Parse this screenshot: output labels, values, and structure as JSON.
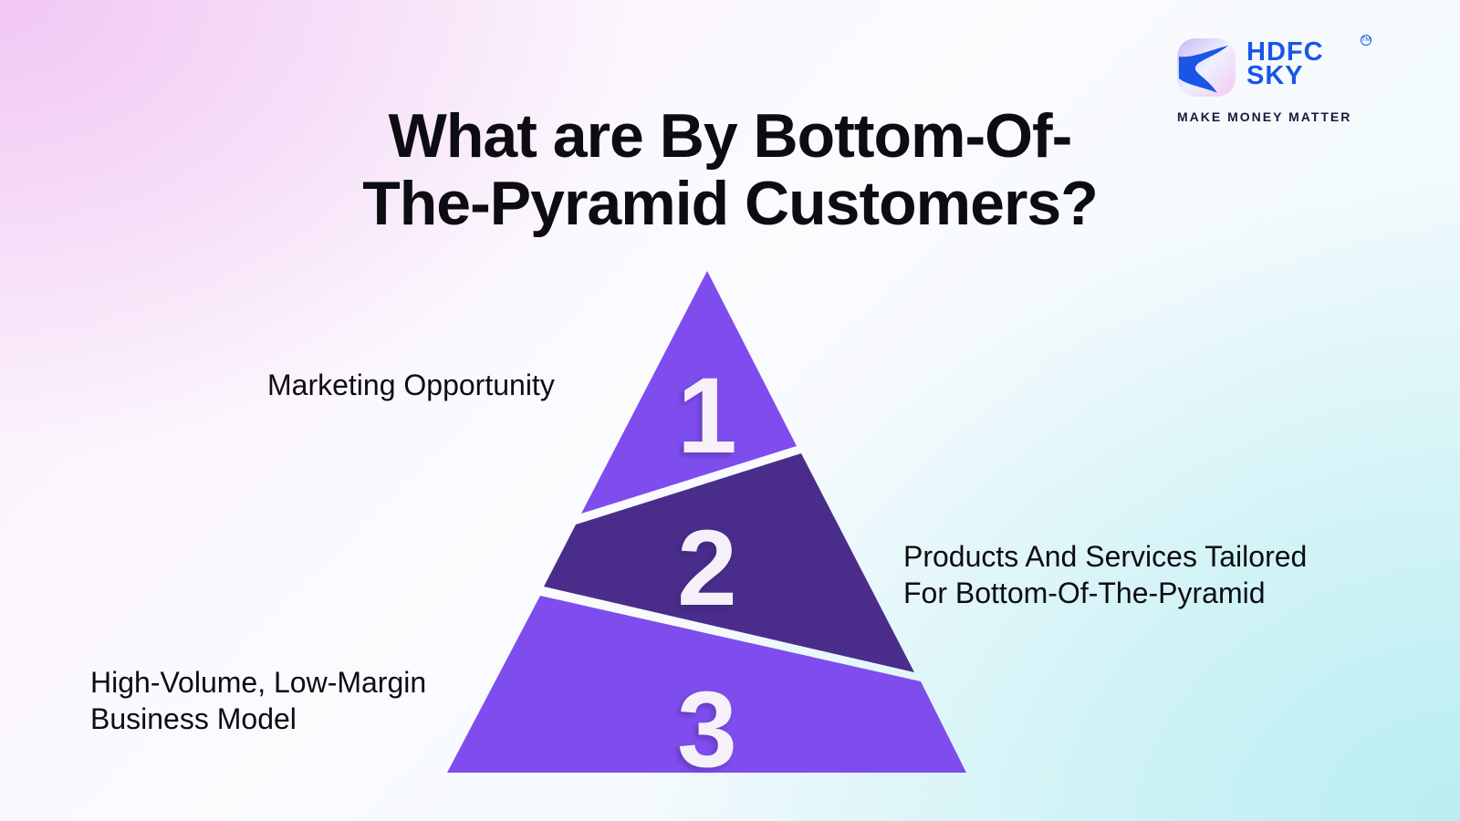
{
  "title": {
    "line1": "What are By Bottom-Of-",
    "line2": "The-Pyramid Customers?"
  },
  "logo": {
    "line1": "HDFC",
    "line2": "SKY",
    "trademark": "TM",
    "tagline": "MAKE MONEY MATTER"
  },
  "pyramid": {
    "tiers": [
      {
        "number": "1",
        "label": "Marketing Opportunity",
        "color": "#7f4ded"
      },
      {
        "number": "2",
        "label_line1": "Products And Services Tailored",
        "label_line2": "For Bottom-Of-The-Pyramid",
        "color": "#4a2d8b"
      },
      {
        "number": "3",
        "label_line1": "High-Volume, Low-Margin",
        "label_line2": "Business Model",
        "color": "#7f4ded"
      }
    ]
  }
}
